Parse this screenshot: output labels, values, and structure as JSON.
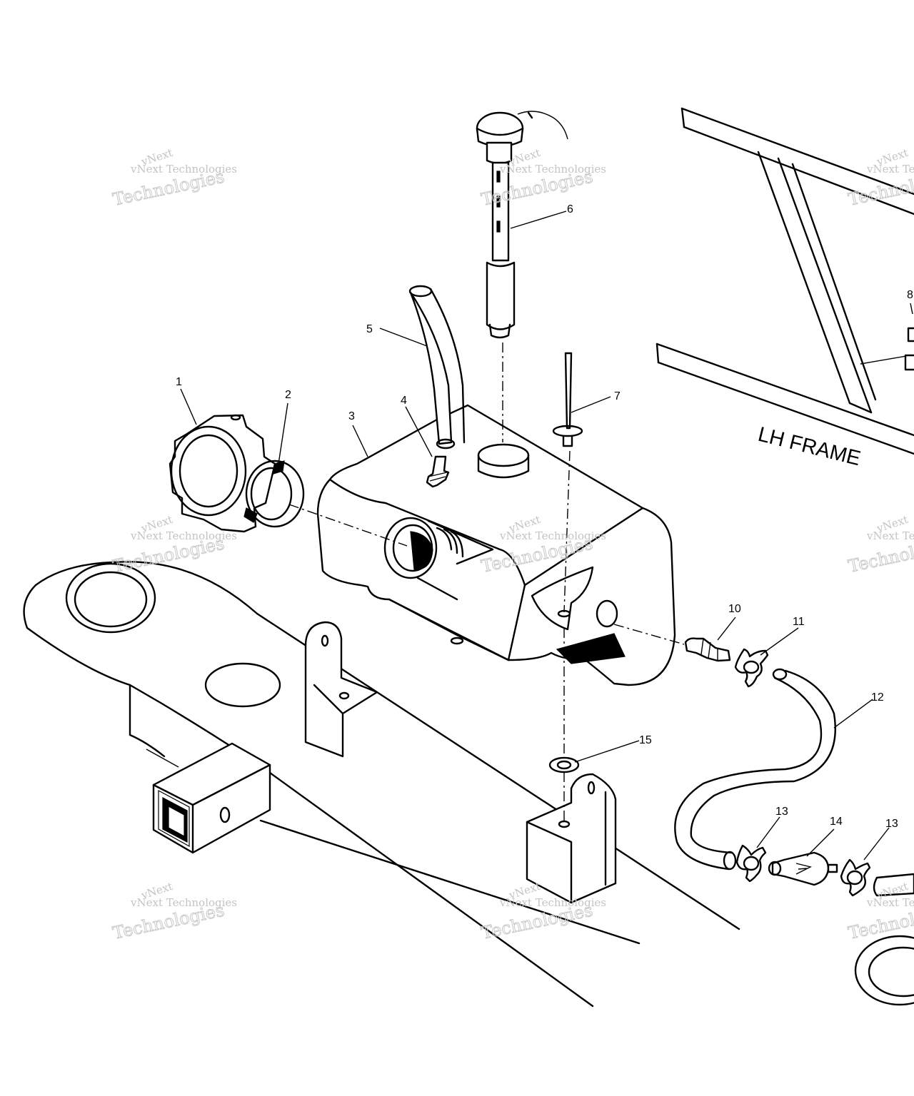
{
  "diagram": {
    "frame_label": "LH FRAME",
    "callouts": [
      "1",
      "2",
      "3",
      "4",
      "5",
      "6",
      "7",
      "8",
      "10",
      "11",
      "12",
      "13",
      "14",
      "13",
      "15"
    ],
    "watermark": {
      "line1": "vNext Technologies",
      "line2": "Technologies",
      "line3": "vNext"
    },
    "colors": {
      "line": "#000000",
      "background": "#ffffff",
      "watermark": "#c4c4c4"
    }
  }
}
